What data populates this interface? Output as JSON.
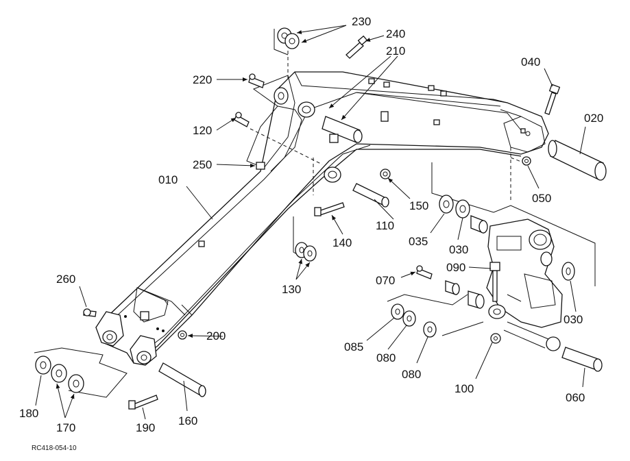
{
  "diagram": {
    "code": "RC418-054-10",
    "labels": {
      "p010": "010",
      "p020": "020",
      "p030a": "030",
      "p030b": "030",
      "p035": "035",
      "p040": "040",
      "p050": "050",
      "p060": "060",
      "p070": "070",
      "p080a": "080",
      "p080b": "080",
      "p085": "085",
      "p090": "090",
      "p100": "100",
      "p110": "110",
      "p120": "120",
      "p130": "130",
      "p140": "140",
      "p150": "150",
      "p160": "160",
      "p170": "170",
      "p180": "180",
      "p190": "190",
      "p200": "200",
      "p210": "210",
      "p220": "220",
      "p230": "230",
      "p240": "240",
      "p250": "250",
      "p260": "260"
    }
  }
}
